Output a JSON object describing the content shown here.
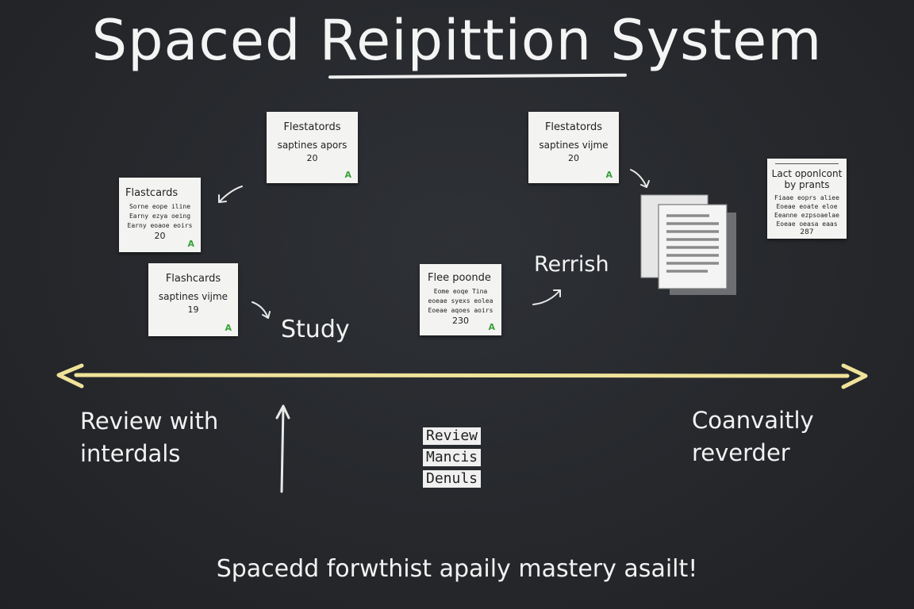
{
  "title": "Spaced Reipittion System",
  "cards": [
    {
      "id": "top-left",
      "heading": "Flestatords",
      "subtitle": "saptines apors",
      "number": "20",
      "mark": "A"
    },
    {
      "id": "mid-left",
      "heading": "Flastcards",
      "lines": [
        "Sorne eope iline",
        "Earny ezya oeing",
        "Earny eoaoe eoirs"
      ],
      "number": "20",
      "mark": "A"
    },
    {
      "id": "low-left",
      "heading": "Flashcards",
      "subtitle": "saptines vijme",
      "number": "19",
      "mark": "A"
    },
    {
      "id": "center",
      "heading": "Flee poonde",
      "lines": [
        "Eome eoqe Tina",
        "eoeae syexs eolea",
        "Eoeae aqoes aoirs"
      ],
      "number": "230",
      "mark": "A"
    },
    {
      "id": "top-right",
      "heading": "Flestatords",
      "subtitle": "saptines vijme",
      "number": "20",
      "mark": "A"
    },
    {
      "id": "far-right",
      "heading": "Lact oponlcont",
      "subheading": "by prants",
      "lines": [
        "Fiaae eoprs aliee",
        "Eoeae eoate eloe",
        "Eeanne ezpsoaelae",
        "Eoeae oeasa eaas"
      ],
      "number": "287"
    }
  ],
  "labels": {
    "study": "Study",
    "rerrish": "Rerrish",
    "review_with": "Review with",
    "interdals": "interdals",
    "coanvaitly": "Coanvaitly",
    "reverder": "reverder"
  },
  "tags": [
    "Review",
    "Mancis",
    "Denuls"
  ],
  "bottom_text": "Spacedd forwthist apaily mastery asailt!",
  "colors": {
    "background": "#26282c",
    "timeline": "#efe39a",
    "chalk": "#f2f2f2",
    "mark": "#3aa23a"
  }
}
